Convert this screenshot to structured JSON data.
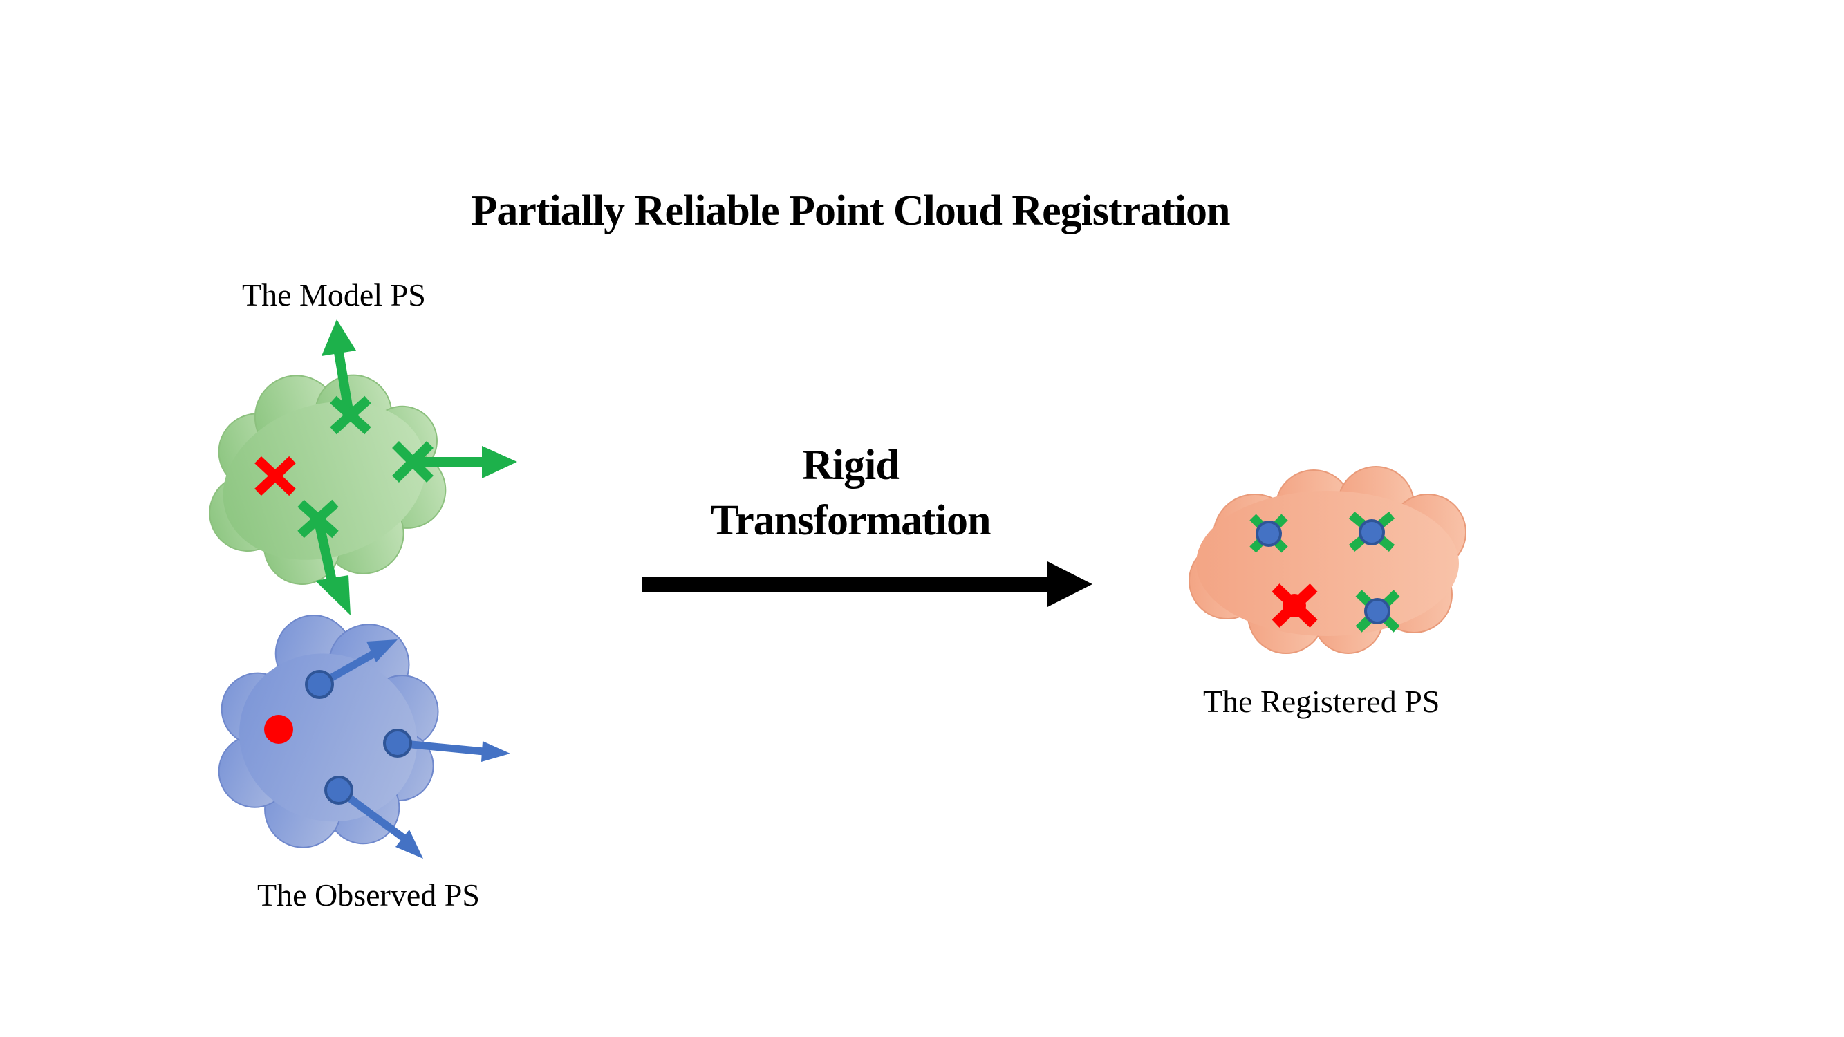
{
  "title": "Partially Reliable Point Cloud Registration",
  "labels": {
    "model": "The Model PS",
    "observed": "The Observed PS",
    "registered": "The Registered PS"
  },
  "operation": {
    "line1": "Rigid",
    "line2": "Transformation"
  },
  "colors": {
    "model_cloud": "#a6d49a",
    "model_mark": "#1db14b",
    "observed_cloud": "#8fa6dc",
    "observed_mark": "#4472c4",
    "registered_cloud": "#f6b391",
    "outlier": "#ff0000",
    "arrow": "#000000"
  },
  "icons": [
    "green-cross-marker",
    "blue-circle-marker",
    "red-cross-outlier",
    "red-circle-outlier",
    "right-arrow"
  ]
}
